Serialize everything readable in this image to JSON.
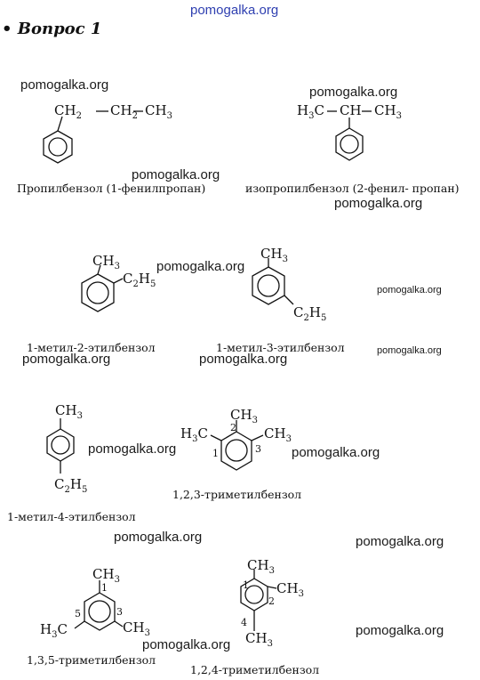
{
  "header": {
    "site": "pomogalka.org",
    "question": "• Вопрос 1"
  },
  "watermark": "pomogalka.org",
  "compounds": [
    {
      "name": "Пропилбензол (1-фенилпропан)"
    },
    {
      "name": "изопропилбензол (2-фенил- пропан)"
    },
    {
      "name": "1-метил-2-этилбензол"
    },
    {
      "name": "1-метил-3-этилбензол"
    },
    {
      "name": "1-метил-4-этилбензол"
    },
    {
      "name": "1,2,3-триметилбензол"
    },
    {
      "name": "1,3,5-триметилбензол"
    },
    {
      "name": "1,2,4-триметилбензол"
    }
  ],
  "formula": {
    "ch": "CH",
    "ch2": "CH",
    "ch3": "CH",
    "h3c": "H",
    "c": "C",
    "c2h5": "C",
    "h": "H",
    "sub2": "2",
    "sub3": "3",
    "sub5": "5"
  },
  "locants": {
    "one": "1",
    "two": "2",
    "three": "3",
    "four": "4",
    "five": "5"
  }
}
